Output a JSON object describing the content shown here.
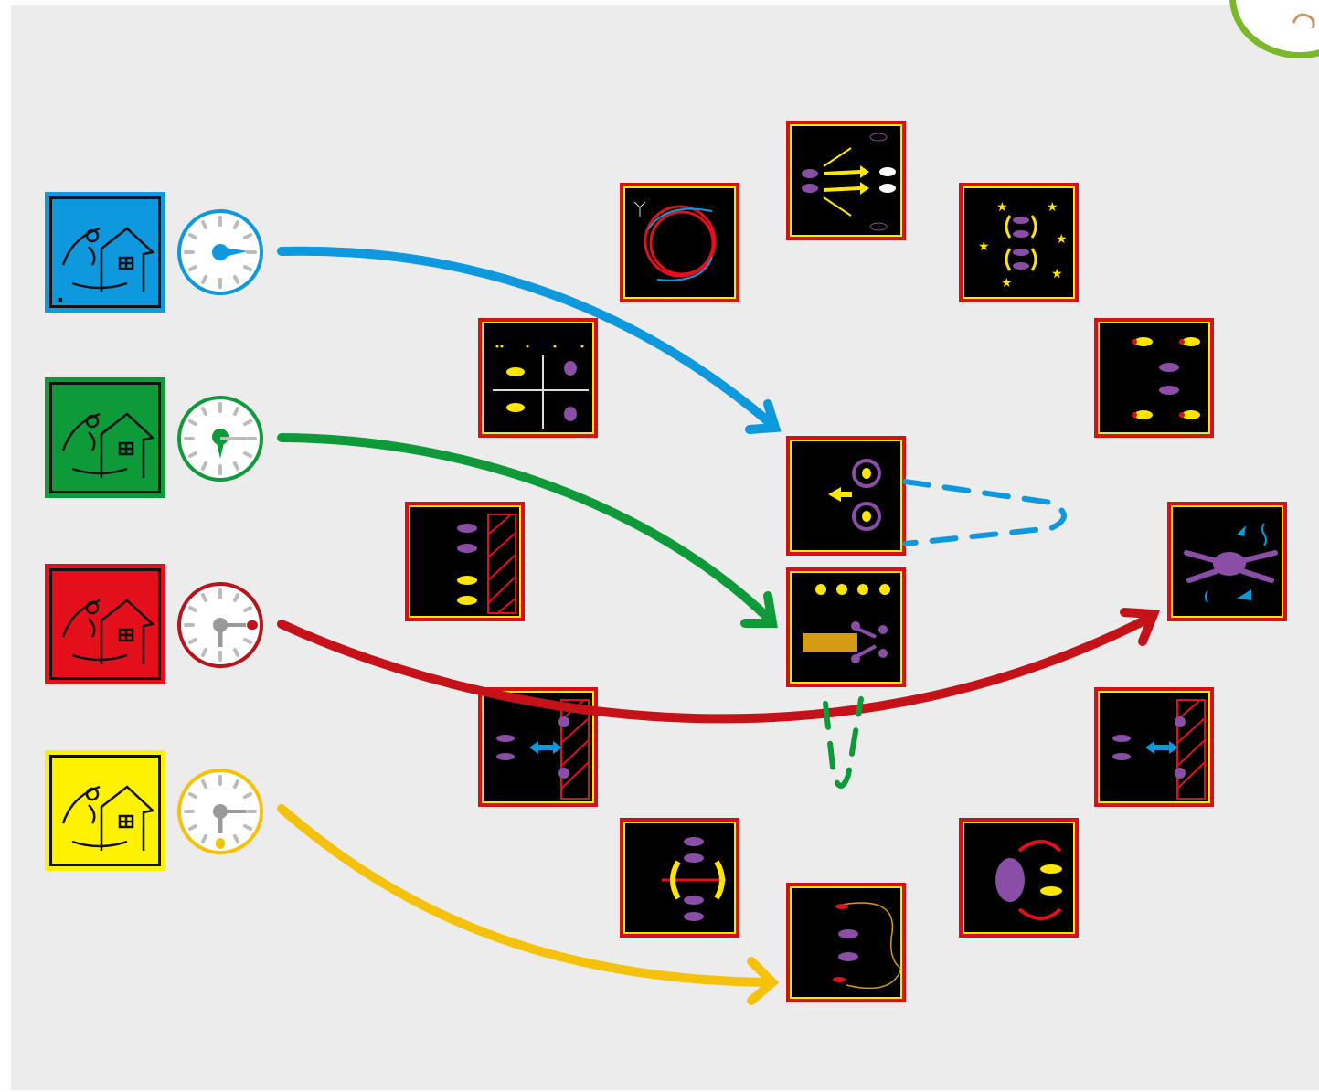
{
  "board": {
    "background": "#ececec"
  },
  "players": [
    {
      "id": "blue",
      "color": "#0e98dd",
      "hand_hour": "3"
    },
    {
      "id": "green",
      "color": "#0f9a3a",
      "hand_hour": "6"
    },
    {
      "id": "red",
      "color": "#e3101b",
      "hand_hour": "3"
    },
    {
      "id": "yellow",
      "color": "#fff200",
      "hand_hour": "6"
    }
  ],
  "paths": [
    {
      "from": "blue",
      "color": "#0e98dd",
      "style": "solid",
      "target": "card-purple-rings"
    },
    {
      "from": "green",
      "color": "#0f9a3a",
      "style": "solid",
      "target": "card-log-pose"
    },
    {
      "from": "red",
      "color": "#c41218",
      "style": "solid",
      "target": "card-octopus"
    },
    {
      "from": "yellow",
      "color": "#f4c20d",
      "style": "solid",
      "target": "card-loop-feet"
    },
    {
      "from": "card-purple-rings",
      "color": "#0e98dd",
      "style": "dashed",
      "target": "u-turn"
    },
    {
      "from": "card-log-pose",
      "color": "#0f9a3a",
      "style": "dashed",
      "target": "u-turn"
    }
  ],
  "cards": [
    {
      "name": "card-hoops",
      "motif": "hoops-icon"
    },
    {
      "name": "card-arrows-feet",
      "motif": "arrows-feet-icon"
    },
    {
      "name": "card-stars",
      "motif": "stars-icon"
    },
    {
      "name": "card-grid",
      "motif": "grid-icon"
    },
    {
      "name": "card-rockets",
      "motif": "rocket-icon"
    },
    {
      "name": "card-wall-feet",
      "motif": "wall-icon"
    },
    {
      "name": "card-purple-rings",
      "motif": "rings-icon"
    },
    {
      "name": "card-octopus",
      "motif": "octopus-icon"
    },
    {
      "name": "card-log-pose",
      "motif": "log-icon"
    },
    {
      "name": "card-push-wall-1",
      "motif": "push-wall-icon"
    },
    {
      "name": "card-push-wall-2",
      "motif": "push-wall-icon"
    },
    {
      "name": "card-swing",
      "motif": "swing-icon"
    },
    {
      "name": "card-loop-feet",
      "motif": "loop-icon"
    },
    {
      "name": "card-blob-rotate",
      "motif": "rotate-icon"
    }
  ]
}
